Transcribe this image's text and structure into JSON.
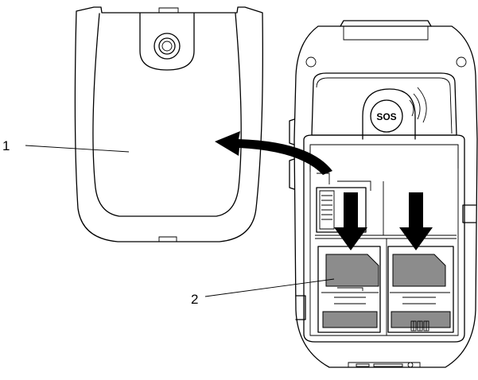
{
  "labels": {
    "callout_1": "1",
    "callout_2": "2",
    "sos_button": "SOS"
  },
  "colors": {
    "line": "#000000",
    "sim_fill": "#8c8c8c",
    "background": "#ffffff"
  }
}
